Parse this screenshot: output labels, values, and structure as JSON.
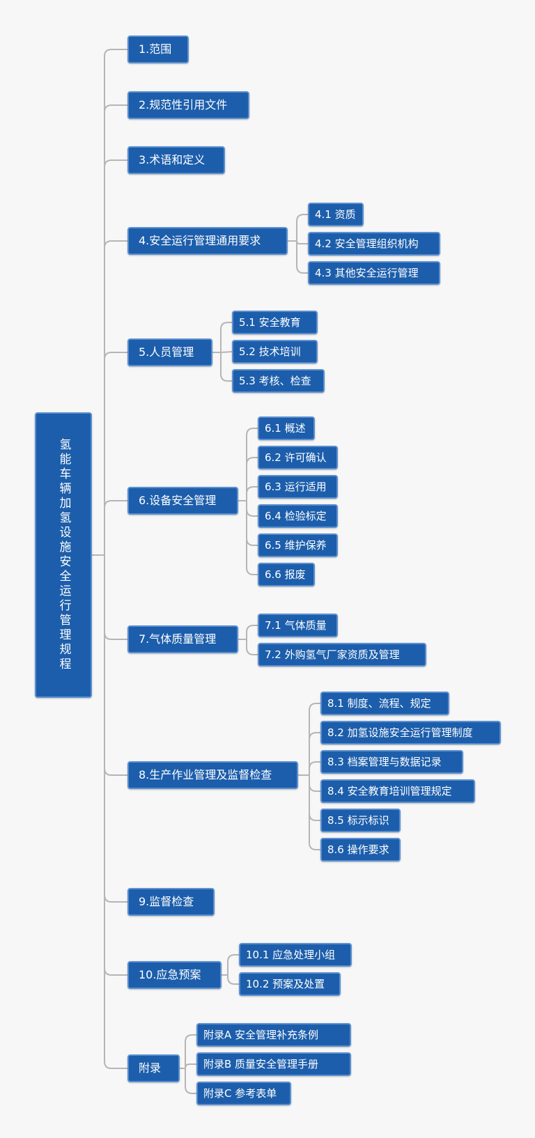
{
  "root": {
    "title": "氢能车辆加氢设施安全运行管理规程"
  },
  "sections": [
    {
      "label": "1.范围",
      "children": []
    },
    {
      "label": "2.规范性引用文件",
      "children": []
    },
    {
      "label": "3.术语和定义",
      "children": []
    },
    {
      "label": "4.安全运行管理通用要求",
      "children": [
        "4.1 资质",
        "4.2 安全管理组织机构",
        "4.3 其他安全运行管理"
      ]
    },
    {
      "label": "5.人员管理",
      "children": [
        "5.1 安全教育",
        "5.2 技术培训",
        "5.3 考核、检查"
      ]
    },
    {
      "label": "6.设备安全管理",
      "children": [
        "6.1 概述",
        "6.2 许可确认",
        "6.3 运行适用",
        "6.4 检验标定",
        "6.5 维护保养",
        "6.6 报废"
      ]
    },
    {
      "label": "7.气体质量管理",
      "children": [
        "7.1 气体质量",
        "7.2 外购氢气厂家资质及管理"
      ]
    },
    {
      "label": "8.生产作业管理及监督检查",
      "children": [
        "8.1 制度、流程、规定",
        "8.2 加氢设施安全运行管理制度",
        "8.3 档案管理与数据记录",
        "8.4 安全教育培训管理规定",
        "8.5 标示标识",
        "8.6 操作要求"
      ]
    },
    {
      "label": "9.监督检查",
      "children": []
    },
    {
      "label": "10.应急预案",
      "children": [
        "10.1 应急处理小组",
        "10.2 预案及处置"
      ]
    },
    {
      "label": "附录",
      "children": [
        "附录A 安全管理补充条例",
        "附录B 质量安全管理手册",
        "附录C 参考表单"
      ]
    }
  ],
  "colors": {
    "node_fill": "#1c5eab",
    "node_border": "#5b8fd0",
    "link": "#b5b5b5",
    "background": "#f7f7f7"
  }
}
